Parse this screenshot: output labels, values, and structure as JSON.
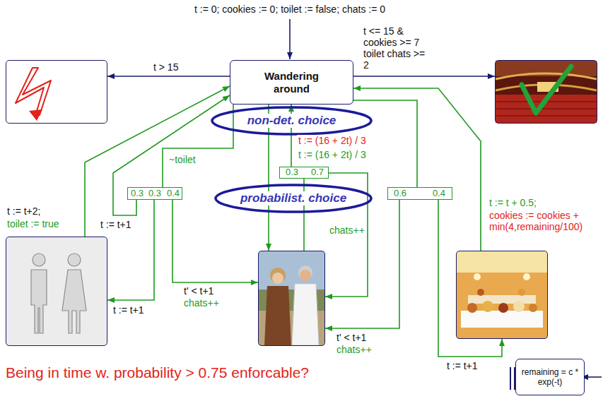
{
  "diagram": {
    "caption": "Being in time w. probability > 0.75 enforcable?",
    "nodes": [
      {
        "text": []
      },
      {
        "text": [
          "Wandering around"
        ]
      },
      {
        "text": [
          "non-det. choice"
        ]
      },
      {
        "text": []
      },
      {
        "text": [
          "0.3",
          "0.3",
          "0.4"
        ]
      },
      {
        "text": [
          "0.3",
          "0.7"
        ]
      },
      {
        "text": [
          "probabilist. choice"
        ]
      },
      {
        "text": [
          "0.6",
          "0.4"
        ]
      },
      {
        "text": []
      },
      {
        "text": []
      },
      {
        "text": []
      },
      {
        "text": [
          "remaining = c * exp(-t)"
        ]
      }
    ],
    "edges": [
      {
        "from": 1,
        "to": 0,
        "arrow": "to",
        "label": "t > 15"
      },
      {
        "from": 1,
        "to": 3,
        "arrow": "to",
        "label": "t <= 15 & cookies >= 7 toilet chats >= 2"
      },
      {
        "from": 1,
        "to": 4,
        "arrow": "none",
        "label": "~toilet"
      },
      {
        "from": 4,
        "to": 1,
        "arrow": "to",
        "label": "t := t+1"
      },
      {
        "from": 4,
        "to": 8,
        "arrow": "to",
        "label": "t := t+1"
      },
      {
        "from": 4,
        "to": 9,
        "arrow": "to",
        "label": "t' < t+1"
      },
      {
        "from": 8,
        "to": 1,
        "arrow": "to",
        "label": "t := t+2;"
      },
      {
        "from": 1,
        "to": 9,
        "arrow": "to"
      },
      {
        "from": 9,
        "to": 5,
        "arrow": "none",
        "label": "t := (16 + 2t) / 3"
      },
      {
        "from": 5,
        "to": 1,
        "arrow": "to"
      },
      {
        "from": 5,
        "to": 9,
        "arrow": "to",
        "label": "chats++"
      },
      {
        "from": 1,
        "to": 7,
        "arrow": "none"
      },
      {
        "from": 7,
        "to": 9,
        "arrow": "to",
        "label": "t' < t+1"
      },
      {
        "from": 7,
        "to": 10,
        "arrow": "to",
        "label": "t := t+1"
      },
      {
        "from": 10,
        "to": 1,
        "arrow": "to",
        "label": "t := t + 0.5;"
      }
    ],
    "labels": [
      "t := 0; cookies := 0; toilet := false; chats := 0",
      "toilet := true",
      "chats++",
      "t := (16 + 2t) / 3",
      "chats++",
      "cookies := cookies + min(4,remaining/100)"
    ]
  }
}
